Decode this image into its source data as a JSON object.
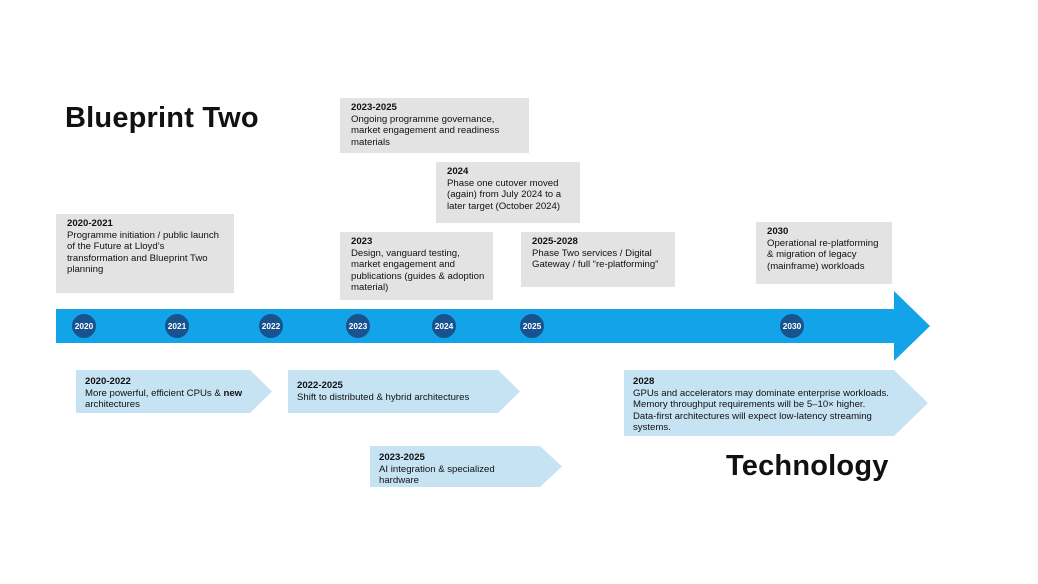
{
  "titles": {
    "blueprint": "Blueprint Two",
    "technology": "Technology"
  },
  "colors": {
    "timeline_arrow": "#13a3e8",
    "year_marker": "#17538f",
    "milestone_box": "#e3e3e3",
    "tech_arrow": "#c6e3f3"
  },
  "years": [
    "2020",
    "2021",
    "2022",
    "2023",
    "2024",
    "2025",
    "2030"
  ],
  "blueprint_milestones": [
    {
      "period": "2020-2021",
      "text": "Programme initiation / public launch of the Future at Lloyd’s transformation and Blueprint Two planning"
    },
    {
      "period": "2023-2025",
      "text": "Ongoing programme governance, market engagement and readiness materials"
    },
    {
      "period": "2024",
      "text": "Phase one cutover moved (again) from July 2024 to a later target (October 2024)"
    },
    {
      "period": "2023",
      "text": "Design, vanguard testing, market engagement and publications (guides & adoption material)"
    },
    {
      "period": "2025-2028",
      "text": "Phase Two services / Digital Gateway / full “re-platforming”"
    },
    {
      "period": "2030",
      "text": "Operational re-platforming & migration of legacy (mainframe) workloads"
    }
  ],
  "technology_trends": [
    {
      "period": "2020-2022",
      "text_a": "More powerful, efficient CPUs & ",
      "text_bold": "new",
      "text_b": "architectures"
    },
    {
      "period": "2022-2025",
      "text": "Shift to distributed & hybrid architectures"
    },
    {
      "period": "2023-2025",
      "text": "AI integration & specialized hardware"
    },
    {
      "period": "2028",
      "text": "GPUs and accelerators may dominate enterprise workloads. Memory throughput requirements will be 5–10× higher. Data-first architectures will expect low-latency streaming systems."
    }
  ]
}
